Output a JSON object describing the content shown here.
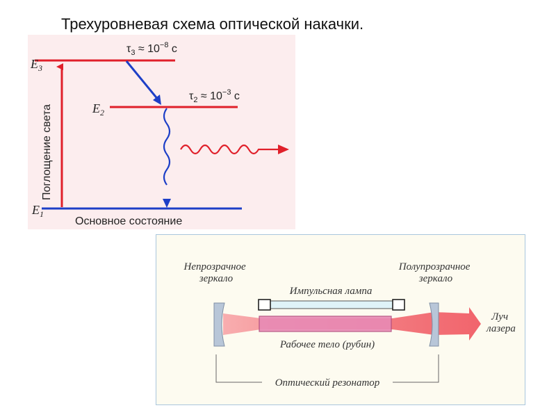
{
  "title": "Трехуровневая схема оптической накачки.",
  "energy_diagram": {
    "level_e3": "E",
    "level_e3_sub": "3",
    "level_e2": "E",
    "level_e2_sub": "2",
    "level_e1": "E",
    "level_e1_sub": "1",
    "tau3_symbol": "τ",
    "tau3_sub": "3",
    "tau3_value": " ≈ 10",
    "tau3_exp": "−8",
    "tau3_unit": " с",
    "tau2_symbol": "τ",
    "tau2_sub": "2",
    "tau2_value": " ≈ 10",
    "tau2_exp": "−3",
    "tau2_unit": " с",
    "absorption_label": "Поглощение света",
    "ground_state_label": "Основное состояние",
    "colors": {
      "levels": "#e0202a",
      "ground": "#1d3fc7",
      "absorption": "#e0202a",
      "transition": "#1d3fc7",
      "emission": "#e0202a"
    }
  },
  "laser_diagram": {
    "opaque_mirror_label_1": "Непрозрачное",
    "opaque_mirror_label_2": "зеркало",
    "semi_mirror_label_1": "Полупрозрачное",
    "semi_mirror_label_2": "зеркало",
    "lamp_label": "Импульсная лампа",
    "working_body_label": "Рабочее тело (рубин)",
    "beam_label_1": "Луч",
    "beam_label_2": "лазера",
    "resonator_label": "Оптический резонатор",
    "colors": {
      "beam": "#f0606a",
      "rod": "#e88ab5",
      "lamp": "#dff3f8",
      "mirror": "#b8c6d8"
    }
  }
}
